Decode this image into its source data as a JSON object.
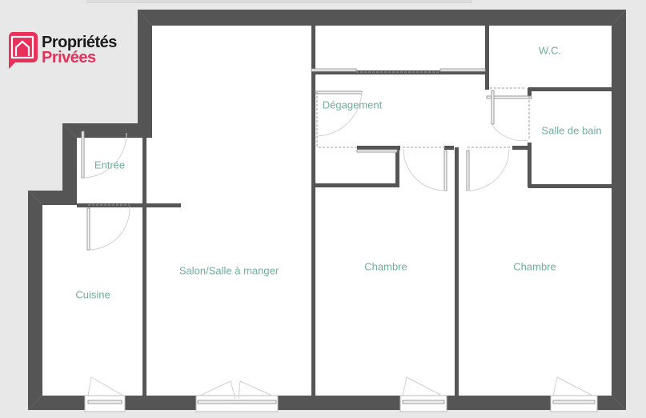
{
  "brand": {
    "line1": "Propriétés",
    "line2": "Privées",
    "icon": "house-speech-bubble-icon",
    "colors": {
      "primary": "#e8305b",
      "text": "#1c1c1c"
    }
  },
  "plan": {
    "colors": {
      "background": "#e8e8e8",
      "wall": "#555555",
      "floor": "#ffffff",
      "label": "#6fae9c",
      "door_swing": "#cfcfcf"
    },
    "rooms": [
      {
        "id": "entree",
        "label": "Entrée"
      },
      {
        "id": "cuisine",
        "label": "Cuisine"
      },
      {
        "id": "salon",
        "label": "Salon/Salle à manger"
      },
      {
        "id": "degagement",
        "label": "Dégagement"
      },
      {
        "id": "wc",
        "label": "W.C."
      },
      {
        "id": "salle-de-bain",
        "label": "Salle de bain"
      },
      {
        "id": "chambre-1",
        "label": "Chambre"
      },
      {
        "id": "chambre-2",
        "label": "Chambre"
      }
    ]
  }
}
